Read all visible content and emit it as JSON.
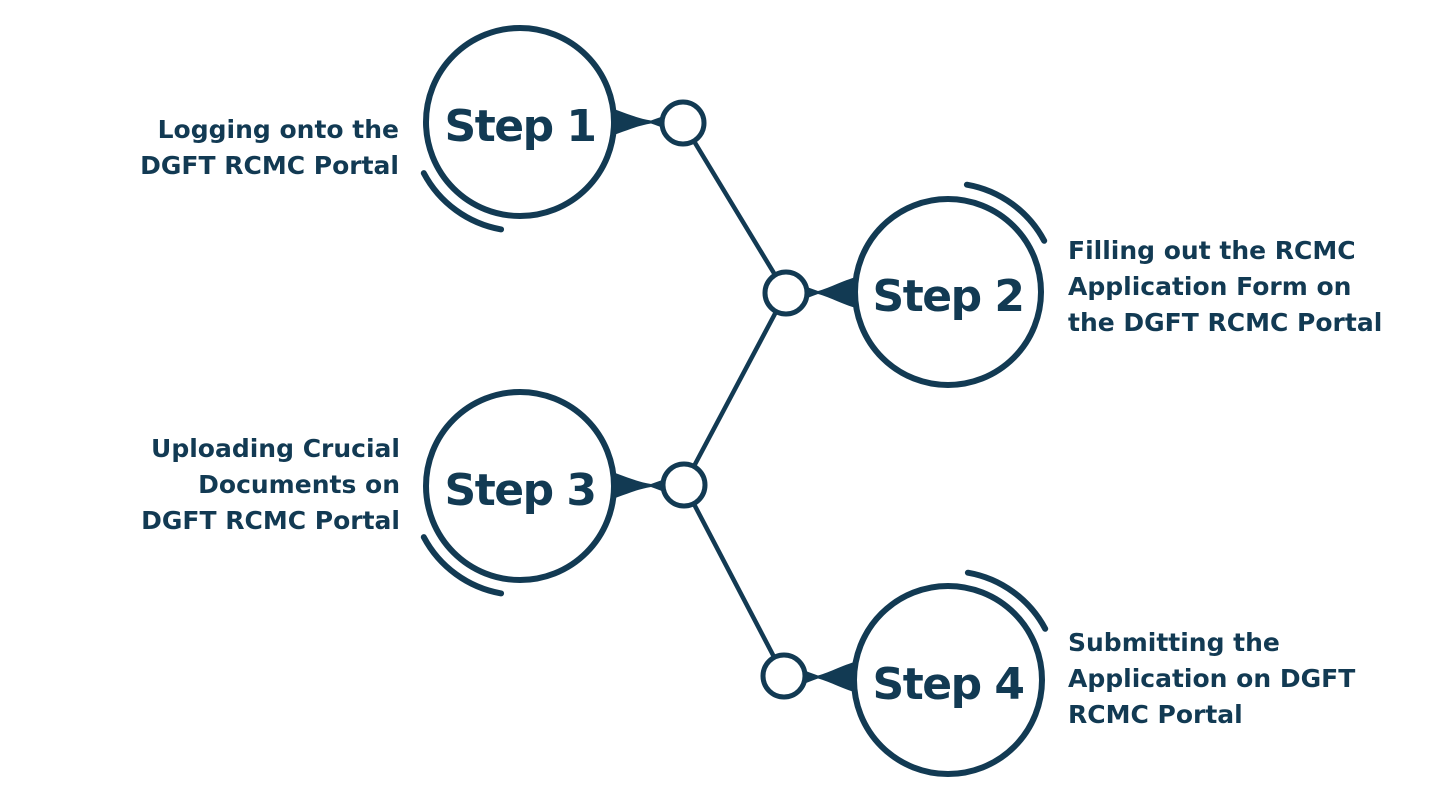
{
  "diagram": {
    "accent_color": "#123a53",
    "background_color": "#ffffff",
    "steps": [
      {
        "circle_label": "Step 1",
        "label_side": "left",
        "description_lines": [
          "Logging onto the",
          "DGFT RCMC Portal"
        ]
      },
      {
        "circle_label": "Step 2",
        "label_side": "right",
        "description_lines": [
          "Filling out the RCMC",
          "Application Form on",
          "the DGFT RCMC Portal"
        ]
      },
      {
        "circle_label": "Step 3",
        "label_side": "left",
        "description_lines": [
          "Uploading Crucial",
          "Documents on",
          "DGFT RCMC Portal"
        ]
      },
      {
        "circle_label": "Step 4",
        "label_side": "right",
        "description_lines": [
          "Submitting the",
          "Application on DGFT",
          "RCMC Portal"
        ]
      }
    ]
  }
}
